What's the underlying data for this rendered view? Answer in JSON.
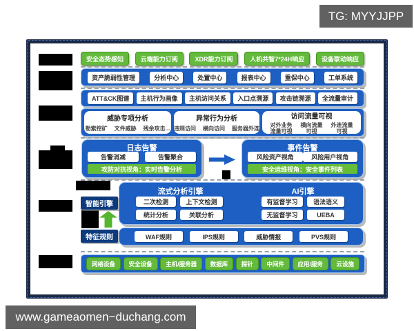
{
  "watermarks": {
    "top_right": "TG: MYYJJPP",
    "bottom_left": "www.gameaomen−duchang.com"
  },
  "colors": {
    "green": "#63ba3c",
    "blue_band": "#1d5fc2",
    "dark_label": "#0c3a7d",
    "frame": "#1b2944",
    "watermark_gray": "#616161"
  },
  "top_services": [
    "安全态势感知",
    "云端能力订阅",
    "XDR能力订阅",
    "人机共智7*24H响应",
    "设备联动响应"
  ],
  "centers": [
    "资产脆弱性管理",
    "分析中心",
    "处置中心",
    "报表中心",
    "重保中心",
    "工单系统"
  ],
  "tracing": [
    "ATT&CK图谱",
    "主机行为画像",
    "主机访问关系",
    "入口点溯源",
    "攻击链溯源",
    "全流量审计"
  ],
  "analysis": {
    "threat": {
      "title": "威胁专项分析",
      "items": [
        "勒索挖矿",
        "文件威胁",
        "残余攻击..."
      ]
    },
    "behavior": {
      "title": "异常行为分析",
      "items": [
        "违规访问",
        "横向访问",
        "服务器外连"
      ]
    },
    "traffic": {
      "title": "访问流量可视",
      "items": [
        "对外业务流量可视",
        "横向流量可视",
        "外连流量可视"
      ]
    }
  },
  "log_alert": {
    "title": "日志告警",
    "buttons": [
      "告警消减",
      "告警聚合"
    ],
    "banner": "攻防对抗视角：实时告警分析"
  },
  "event_alert": {
    "title": "事件告警",
    "buttons": [
      "风险资产视角",
      "风险用户视角"
    ],
    "banner": "安全运维视角：安全事件列表"
  },
  "engine": {
    "label": "智能引擎",
    "stream_title": "流式分析引擎",
    "stream_buttons": [
      "二次检测",
      "上下文检测",
      "统计分析",
      "关联分析"
    ],
    "ai_title": "AI引擎",
    "ai_buttons": [
      "有监督学习",
      "语法语义",
      "无监督学习",
      "UEBA"
    ]
  },
  "rules": {
    "label": "特征规则",
    "buttons": [
      "WAF规则",
      "IPS规则",
      "威胁情报",
      "PVS规则"
    ]
  },
  "devices": [
    "网络设备",
    "安全设备",
    "主机/服务器",
    "数据库",
    "探针",
    "中间件",
    "应用/服务",
    "云设施"
  ]
}
